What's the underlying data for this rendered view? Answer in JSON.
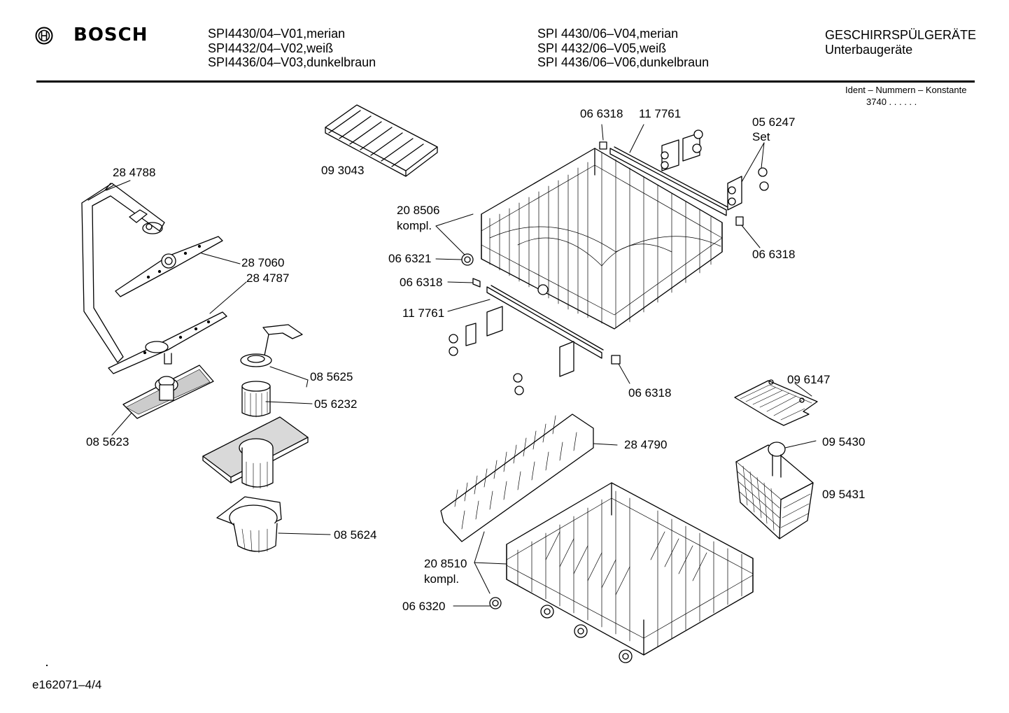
{
  "header": {
    "brand": "BOSCH",
    "models_left": [
      "SPI4430/04–V01,merian",
      "SPI4432/04–V02,weiß",
      "SPI4436/04–V03,dunkelbraun"
    ],
    "models_right": [
      "SPI 4430/06–V04,merian",
      "SPI 4432/06–V05,weiß",
      "SPI 4436/06–V06,dunkelbraun"
    ],
    "category_title": "GESCHIRRSPÜLGERÄTE",
    "category_sub": "Unterbaugeräte",
    "ident_label": "Ident – Nummern – Konstante",
    "ident_value": "3740  .  .   .  .  .  ."
  },
  "parts": {
    "p284788": "28 4788",
    "p287060": "28 7060",
    "p284787": "28 4787",
    "p093043": "09 3043",
    "p208506": "20 8506",
    "p208506_k": "kompl.",
    "p066321": "06 6321",
    "p066318_a": "06 6318",
    "p117761_a": "11 7761",
    "p066318_top": "06 6318",
    "p117761_top": "11 7761",
    "p056247": "05 6247",
    "p056247_set": "Set",
    "p066318_right": "06 6318",
    "p066318_bottom": "06 6318",
    "p085625": "08 5625",
    "p056232": "05 6232",
    "p085623": "08 5623",
    "p085624": "08 5624",
    "p096147": "09 6147",
    "p284790": "28 4790",
    "p095430": "09 5430",
    "p095431": "09 5431",
    "p208510": "20 8510",
    "p208510_k": "kompl.",
    "p066320": "06 6320"
  },
  "footer": {
    "doc_id": "e162071–4/4"
  }
}
